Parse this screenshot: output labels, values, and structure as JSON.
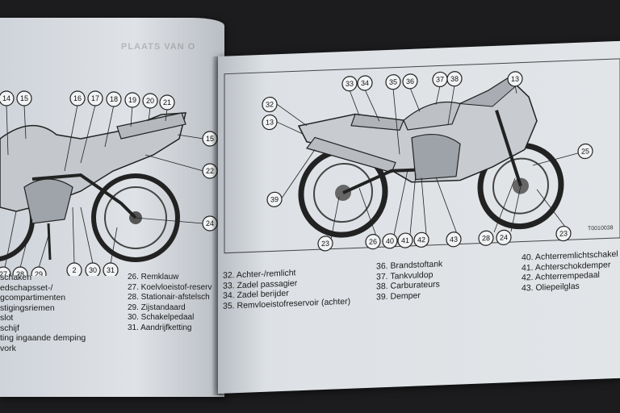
{
  "left_page": {
    "callouts": [
      "14",
      "15",
      "16",
      "17",
      "18",
      "19",
      "20",
      "21",
      "15",
      "22",
      "24",
      "2",
      "30",
      "31",
      "27",
      "28",
      "29"
    ],
    "legend_col1": [
      "schaken",
      "edschapsset-/",
      "gcompartimenten",
      "stigingsriemen",
      "slot",
      "schijf",
      "ting ingaande demping",
      "vork"
    ],
    "legend_col2": [
      "26. Remklauw",
      "27. Koelvloeistof-reserv",
      "28. Stationair-afstelsch",
      "29. Zijstandaard",
      "30. Schakelpedaal",
      "31. Aandrijfketting"
    ]
  },
  "right_page": {
    "callouts": [
      "33",
      "34",
      "35",
      "36",
      "37",
      "38",
      "13",
      "32",
      "13",
      "39",
      "25",
      "23",
      "26",
      "40",
      "41",
      "42",
      "43",
      "28",
      "24",
      "23"
    ],
    "figure_code": "T0010038",
    "legend_col1": [
      "32. Achter-/remlicht",
      "33. Zadel passagier",
      "34. Zadel berijder",
      "35. Remvloeistofreservoir (achter)"
    ],
    "legend_col2": [
      "36. Brandstoftank",
      "37. Tankvuldop",
      "38. Carburateurs",
      "39. Demper"
    ],
    "legend_col3": [
      "40. Achterremlichtschakel",
      "41. Achterschokdemper",
      "42. Achterrempedaal",
      "43. Oliepeilglas"
    ]
  }
}
